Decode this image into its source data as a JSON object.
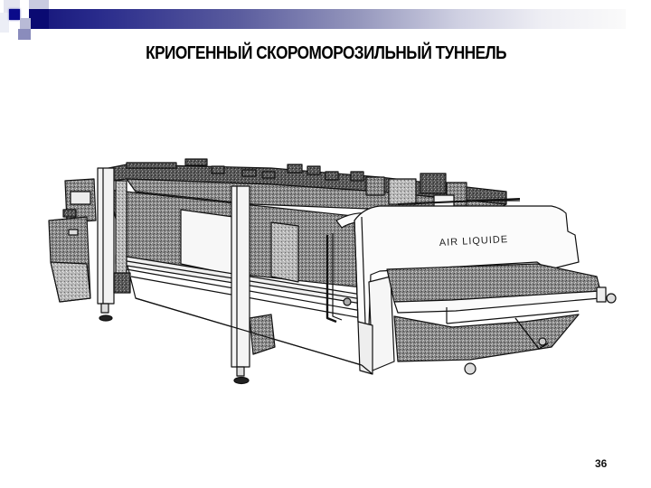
{
  "slide": {
    "title": "КРИОГЕННЫЙ СКОРОМОРОЗИЛЬНЫЙ ТУННЕЛЬ",
    "page_number": "36",
    "theme_colors": {
      "header_dark": "#14147a",
      "accent_square": "#0a0a8a",
      "header_light": "#eeeef4"
    }
  },
  "illustration": {
    "subject": "cryogenic quick-freezing tunnel",
    "style": "black-and-white line drawing",
    "brand_label": "AIR LIQUIDE"
  }
}
